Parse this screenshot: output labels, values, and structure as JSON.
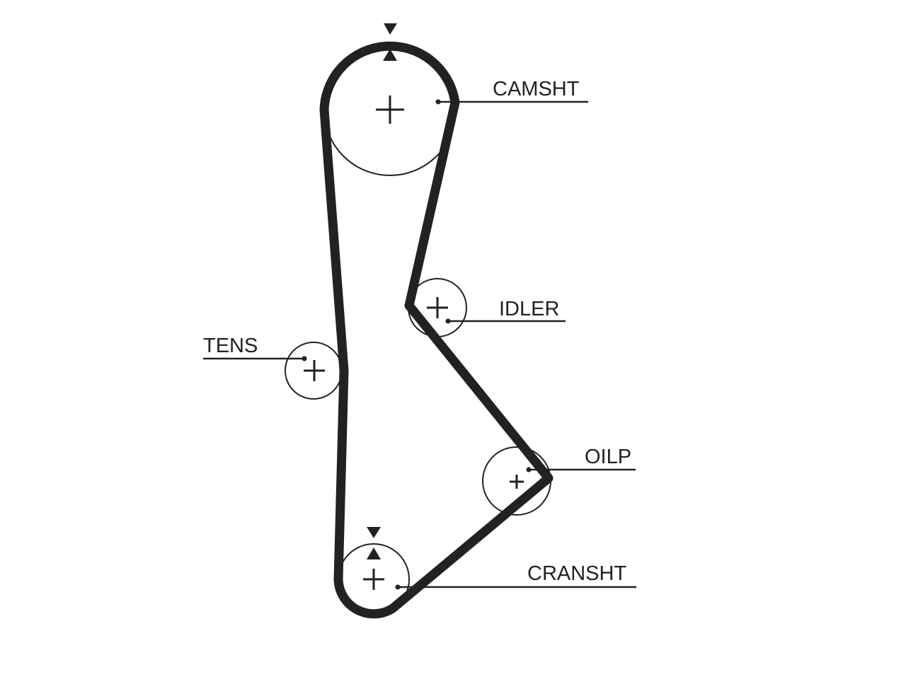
{
  "labels": {
    "camshaft": "CAMSHT",
    "idler": "IDLER",
    "tensioner": "TENS",
    "oil_pump": "OILP",
    "crankshaft": "CRANSHT"
  },
  "colors": {
    "ink": "#222222",
    "background": "#ffffff"
  }
}
